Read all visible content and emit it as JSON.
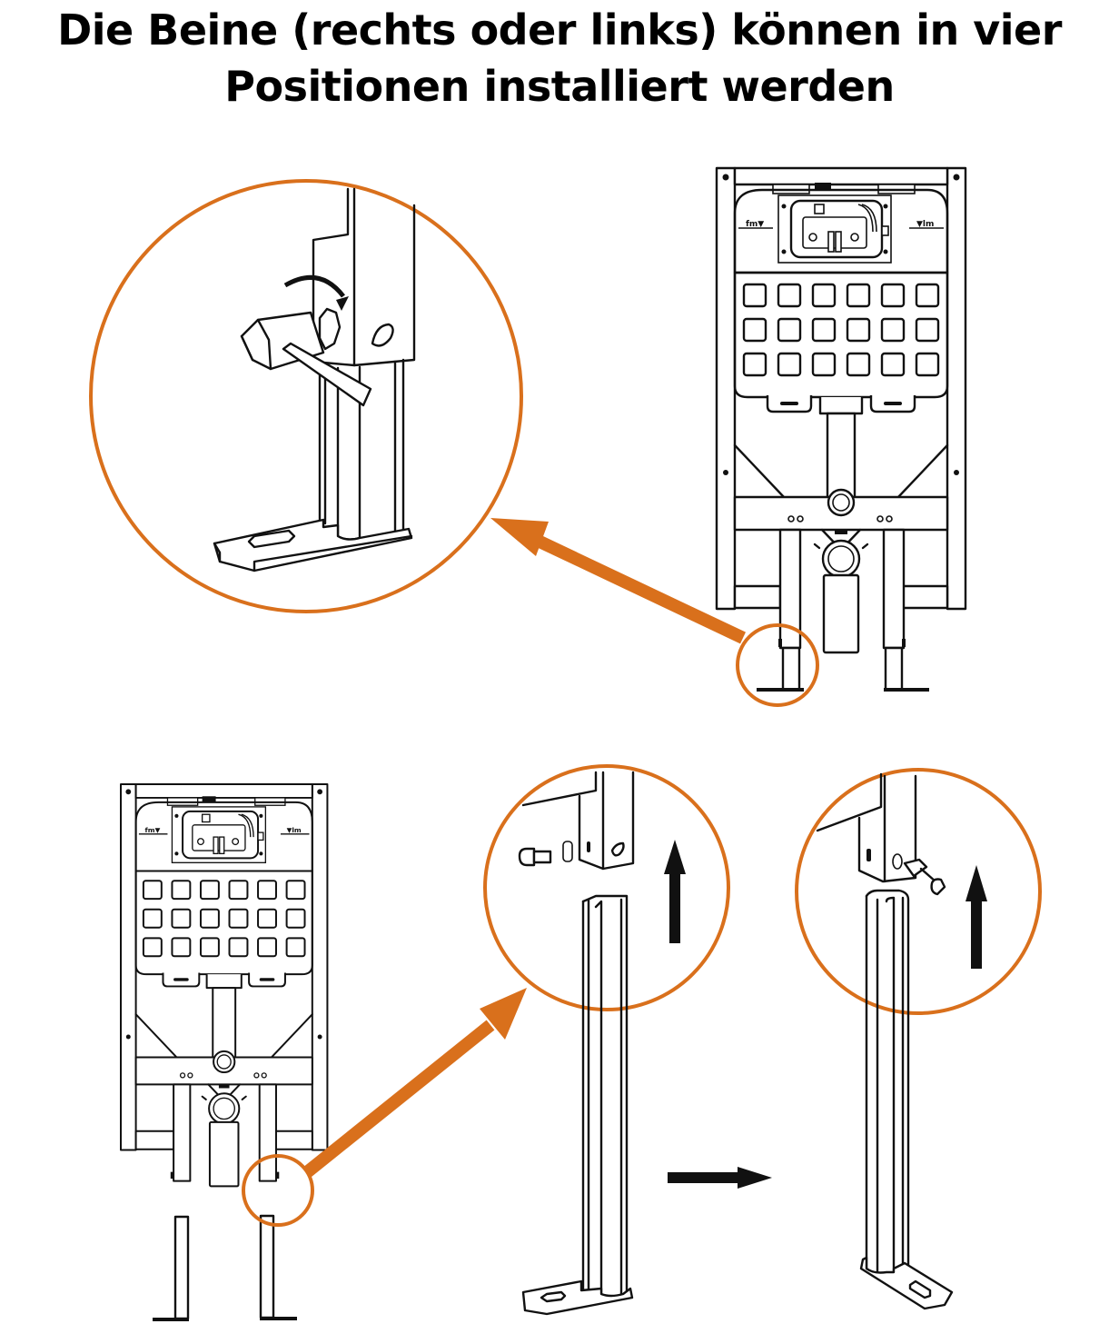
{
  "title": {
    "line1": "Die Beine (rechts oder links) können in vier",
    "line2": "Positionen installiert werden"
  },
  "colors": {
    "accent": "#d9701c",
    "line": "#111111",
    "background": "#ffffff"
  },
  "figures": {
    "top_frame": {
      "label": "installation-frame-front-view",
      "tile_rows": 3,
      "tile_cols": 6
    },
    "top_callout": {
      "label": "leg-height-adjustment-detail",
      "icons": [
        "wrench-icon",
        "rotate-arrow-icon",
        "nut-icon",
        "foot-plate-icon"
      ]
    },
    "bottom_frame": {
      "label": "installation-frame-legs-detached",
      "tile_rows": 3,
      "tile_cols": 6
    },
    "bottom_callout_left": {
      "label": "leg-insert-front-bolt",
      "icons": [
        "bolt-icon",
        "washer-icon",
        "up-arrow-icon"
      ]
    },
    "bottom_callout_right": {
      "label": "leg-insert-side-bolt",
      "icons": [
        "bolt-icon",
        "washer-icon",
        "up-arrow-icon"
      ]
    },
    "transition_arrow": {
      "label": "right-arrow"
    }
  }
}
